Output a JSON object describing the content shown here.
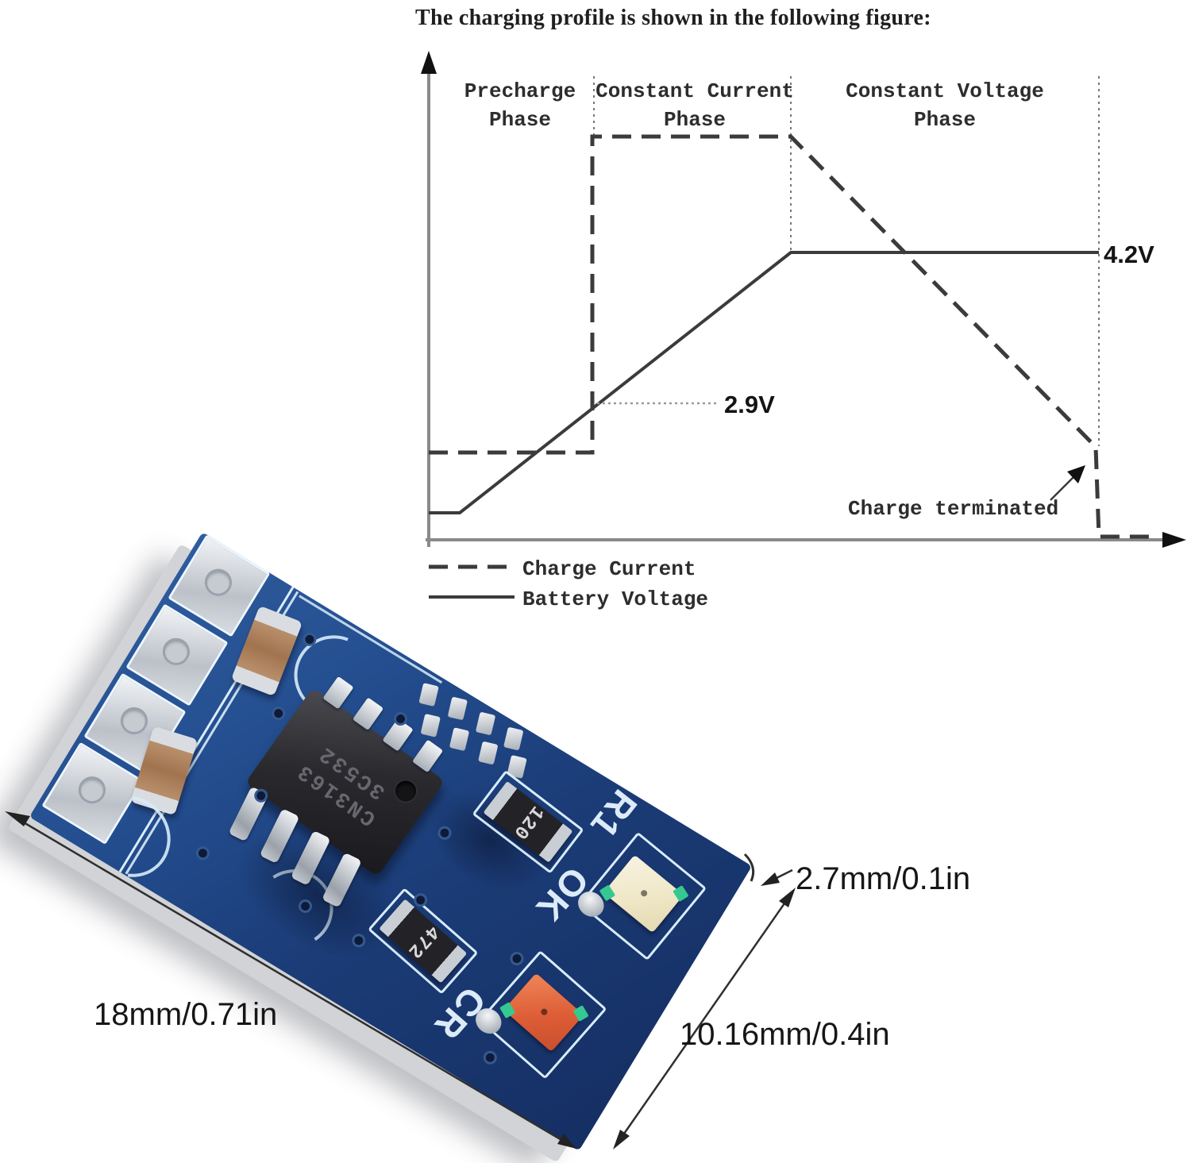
{
  "title": "The charging profile is shown in the following figure:",
  "chart": {
    "phase_labels": [
      {
        "line1": "Precharge",
        "line2": "Phase"
      },
      {
        "line1": "Constant Current",
        "line2": "Phase"
      },
      {
        "line1": "Constant Voltage",
        "line2": "Phase"
      }
    ],
    "voltage_full": "4.2V",
    "voltage_precharge": "2.9V",
    "annotation_terminated": "Charge terminated",
    "legend": {
      "dashed": "Charge Current",
      "solid": "Battery Voltage"
    }
  },
  "chart_data": {
    "type": "line",
    "title": "Li-ion battery charging profile",
    "x_phases": [
      "Precharge Phase",
      "Constant Current Phase",
      "Constant Voltage Phase"
    ],
    "series": [
      {
        "name": "Charge Current",
        "style": "dashed",
        "profile": [
          [
            "Precharge Phase",
            "low constant current"
          ],
          [
            "Constant Current Phase",
            "steps up to high constant current"
          ],
          [
            "Constant Voltage Phase",
            "current decays until charge terminated"
          ]
        ]
      },
      {
        "name": "Battery Voltage",
        "style": "solid",
        "profile": [
          [
            "Precharge Phase",
            "rises slowly toward 2.9V"
          ],
          [
            "Constant Current Phase",
            "rises linearly from 2.9V to 4.2V"
          ],
          [
            "Constant Voltage Phase",
            "held constant at 4.2V"
          ]
        ]
      }
    ],
    "key_values": {
      "precharge_to_cc_threshold": "2.9V",
      "constant_voltage_level": "4.2V",
      "end_annotation": "Charge terminated"
    },
    "legend_position": "bottom-left",
    "grid": false
  },
  "module": {
    "chip": {
      "line1": "CN3163",
      "line2": "3C532"
    },
    "resistors": {
      "r_top": "120",
      "r_bottom": "472"
    },
    "silkscreen": {
      "r1": "R1",
      "ok": "OK",
      "cr": "CR"
    },
    "dimensions": {
      "thickness": "2.7mm/0.1in",
      "length": "18mm/0.71in",
      "width": "10.16mm/0.4in"
    },
    "colors": {
      "pcb": "#234d8e",
      "pcb_dark": "#152f63",
      "silkscreen": "#d9ecfa",
      "pad_silver": "#c9cdd3",
      "capacitor": "#a1744f",
      "ic_body": "#212125",
      "led_ok": "#efe7c6",
      "led_charge": "#dd5d36",
      "substrate_edge": "#d2d3d6"
    }
  }
}
